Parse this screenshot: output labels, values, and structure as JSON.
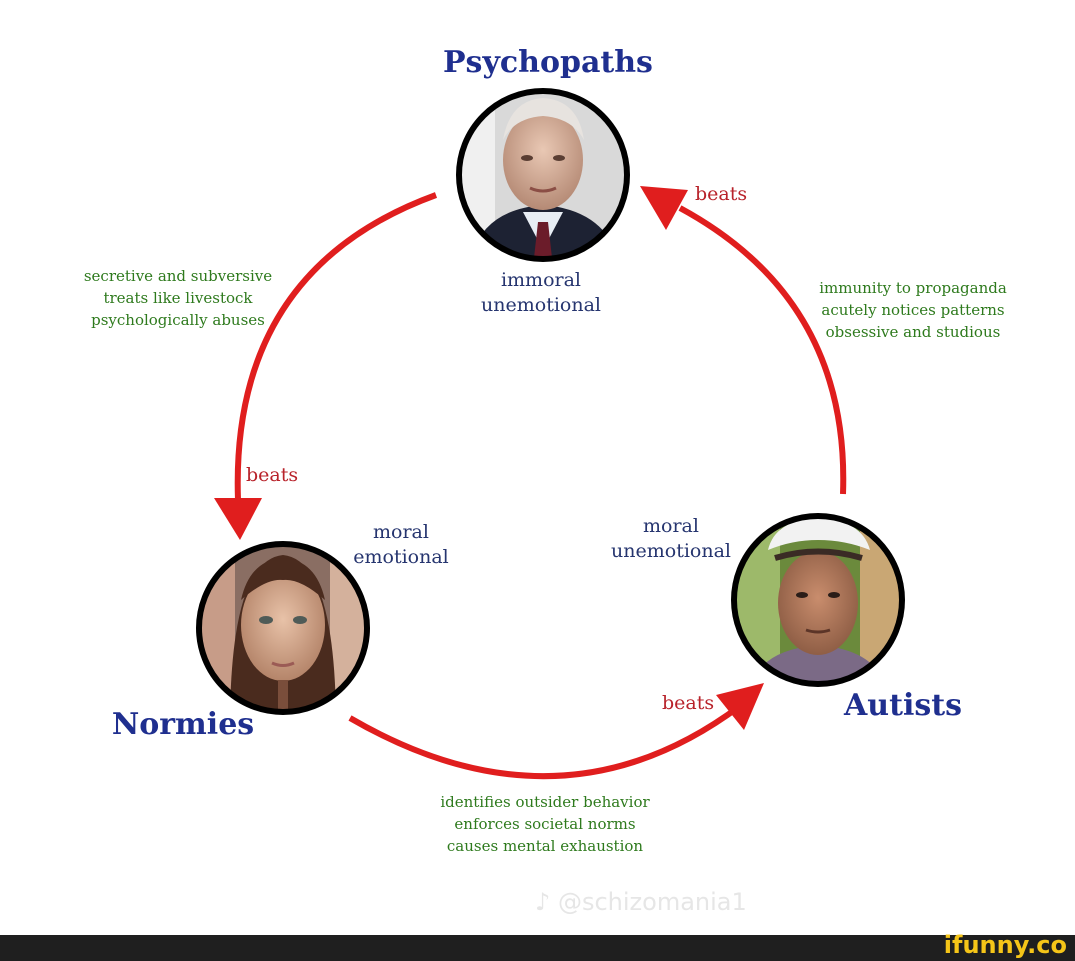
{
  "nodes": {
    "psychopaths": {
      "title": "Psychopaths",
      "traits": [
        "immoral",
        "unemotional"
      ]
    },
    "normies": {
      "title": "Normies",
      "traits": [
        "moral",
        "emotional"
      ]
    },
    "autists": {
      "title": "Autists",
      "traits": [
        "moral",
        "unemotional"
      ]
    }
  },
  "edges": {
    "psychopaths_to_normies": {
      "label": "beats",
      "reasons": [
        "secretive and subversive",
        "treats like livestock",
        "psychologically abuses"
      ]
    },
    "normies_to_autists": {
      "label": "beats",
      "reasons": [
        "identifies outsider behavior",
        "enforces societal norms",
        "causes mental exhaustion"
      ]
    },
    "autists_to_psychopaths": {
      "label": "beats",
      "reasons": [
        "immunity to propaganda",
        "acutely notices patterns",
        "obsessive and studious"
      ]
    }
  },
  "watermark": "@schizomania1",
  "footer": {
    "brand": "ifunny.co"
  },
  "colors": {
    "title": "#1f2f8f",
    "trait": "#26356f",
    "reason": "#2e7a1d",
    "arrow": "#e01e1e",
    "beats": "#b8222a"
  }
}
